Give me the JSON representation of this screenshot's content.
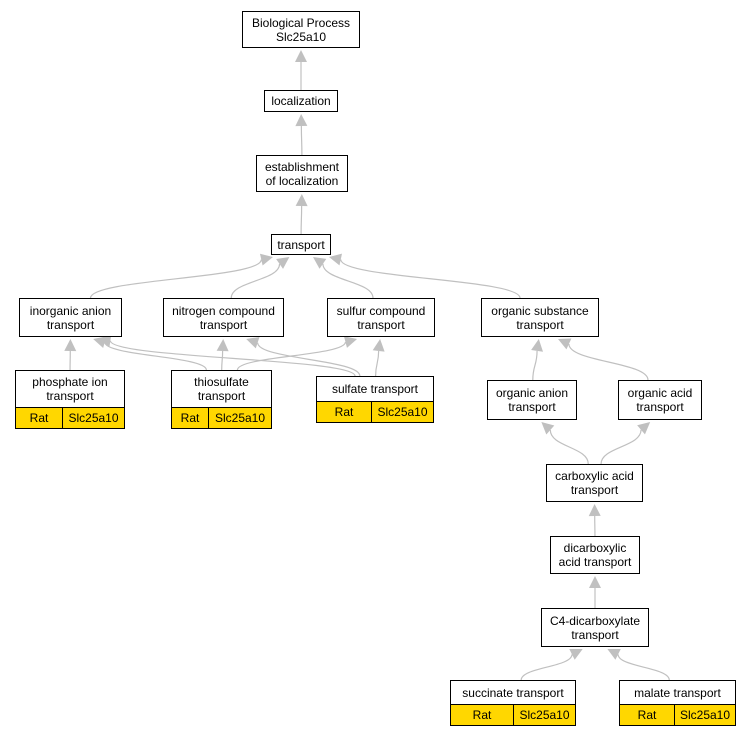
{
  "nodes": {
    "bp": {
      "label": "Biological Process\nSlc25a10"
    },
    "localization": {
      "label": "localization"
    },
    "establishment": {
      "label": "establishment\nof localization"
    },
    "transport": {
      "label": "transport"
    },
    "inorganic": {
      "label": "inorganic anion\ntransport"
    },
    "nitrogen": {
      "label": "nitrogen compound\ntransport"
    },
    "sulfur": {
      "label": "sulfur compound\ntransport"
    },
    "organic_sub": {
      "label": "organic substance\ntransport"
    },
    "phosphate": {
      "label": "phosphate ion\ntransport",
      "species": "Rat",
      "gene": "Slc25a10"
    },
    "thiosulfate": {
      "label": "thiosulfate\ntransport",
      "species": "Rat",
      "gene": "Slc25a10"
    },
    "sulfate": {
      "label": "sulfate transport",
      "species": "Rat",
      "gene": "Slc25a10"
    },
    "organic_anion": {
      "label": "organic anion\ntransport"
    },
    "organic_acid": {
      "label": "organic acid\ntransport"
    },
    "carboxylic": {
      "label": "carboxylic acid\ntransport"
    },
    "dicarboxylic": {
      "label": "dicarboxylic\nacid transport"
    },
    "c4": {
      "label": "C4-dicarboxylate\ntransport"
    },
    "succinate": {
      "label": "succinate transport",
      "species": "Rat",
      "gene": "Slc25a10"
    },
    "malate": {
      "label": "malate transport",
      "species": "Rat",
      "gene": "Slc25a10"
    }
  },
  "edges": [
    [
      "localization",
      "bp"
    ],
    [
      "establishment",
      "localization"
    ],
    [
      "transport",
      "establishment"
    ],
    [
      "inorganic",
      "transport"
    ],
    [
      "nitrogen",
      "transport"
    ],
    [
      "sulfur",
      "transport"
    ],
    [
      "organic_sub",
      "transport"
    ],
    [
      "phosphate",
      "inorganic"
    ],
    [
      "thiosulfate",
      "inorganic"
    ],
    [
      "thiosulfate",
      "nitrogen"
    ],
    [
      "thiosulfate",
      "sulfur"
    ],
    [
      "sulfate",
      "inorganic"
    ],
    [
      "sulfate",
      "nitrogen"
    ],
    [
      "sulfate",
      "sulfur"
    ],
    [
      "organic_anion",
      "organic_sub"
    ],
    [
      "organic_acid",
      "organic_sub"
    ],
    [
      "carboxylic",
      "organic_anion"
    ],
    [
      "carboxylic",
      "organic_acid"
    ],
    [
      "dicarboxylic",
      "carboxylic"
    ],
    [
      "c4",
      "dicarboxylic"
    ],
    [
      "succinate",
      "c4"
    ],
    [
      "malate",
      "c4"
    ]
  ],
  "colors": {
    "annotation_fill": "#ffd700",
    "edge": "#c0c0c0",
    "border": "#000000"
  }
}
